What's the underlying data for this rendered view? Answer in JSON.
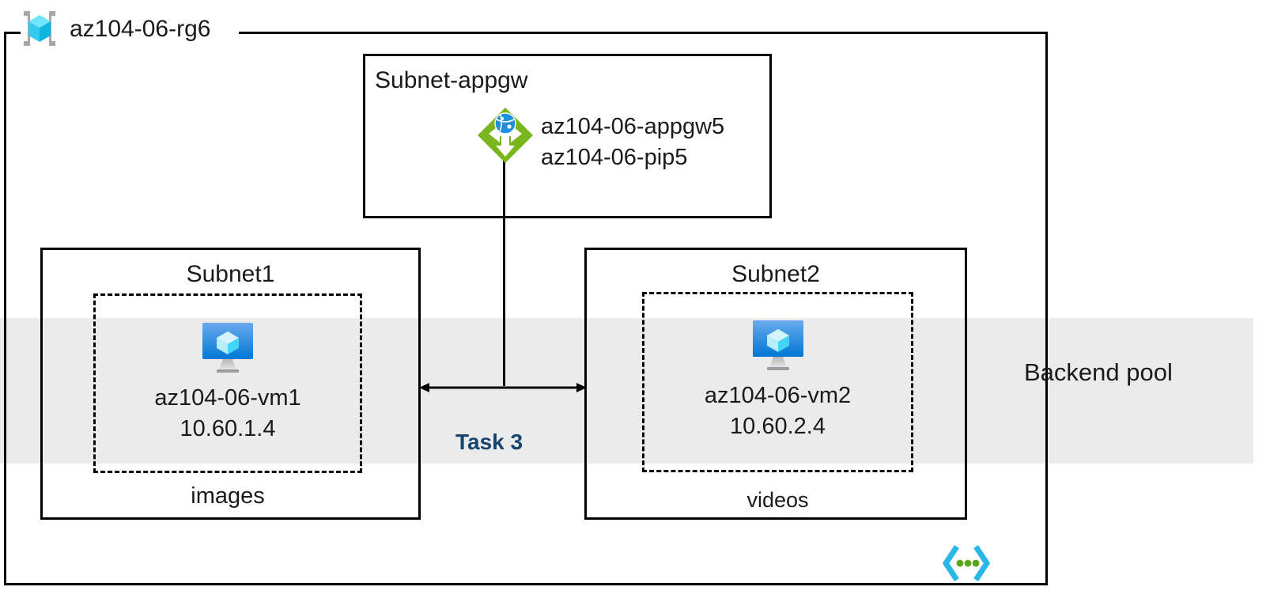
{
  "diagram": {
    "type": "azure-architecture",
    "resource_group": {
      "name": "az104-06-rg6",
      "icon": "resource-group-icon"
    },
    "backend_pool": {
      "label": "Backend pool",
      "band_color": "#ebebeb"
    },
    "task_marker": {
      "label": "Task 3",
      "color": "#15456e"
    },
    "appgw_subnet": {
      "title": "Subnet-appgw",
      "icon": "application-gateway-icon",
      "resources": [
        "az104-06-appgw5",
        "az104-06-pip5"
      ]
    },
    "subnets": [
      {
        "title": "Subnet1",
        "icon": "virtual-machine-icon",
        "vm_name": "az104-06-vm1",
        "vm_ip": "10.60.1.4",
        "footer": "images"
      },
      {
        "title": "Subnet2",
        "icon": "virtual-machine-icon",
        "vm_name": "az104-06-vm2",
        "vm_ip": "10.60.2.4",
        "footer": "videos"
      }
    ],
    "vnet_glyph": {
      "icon": "virtual-network-icon",
      "bracket_color": "#29b6e8",
      "dot_color": "#5aa31a"
    },
    "colors": {
      "appgw_green": "#7ab51d",
      "appgw_globe_blue": "#1e8fdb",
      "vm_blue_top": "#5ea4ec",
      "vm_blue_bottom": "#0078d4",
      "cube_cyan": "#3fd8f5",
      "stroke": "#000000"
    }
  }
}
